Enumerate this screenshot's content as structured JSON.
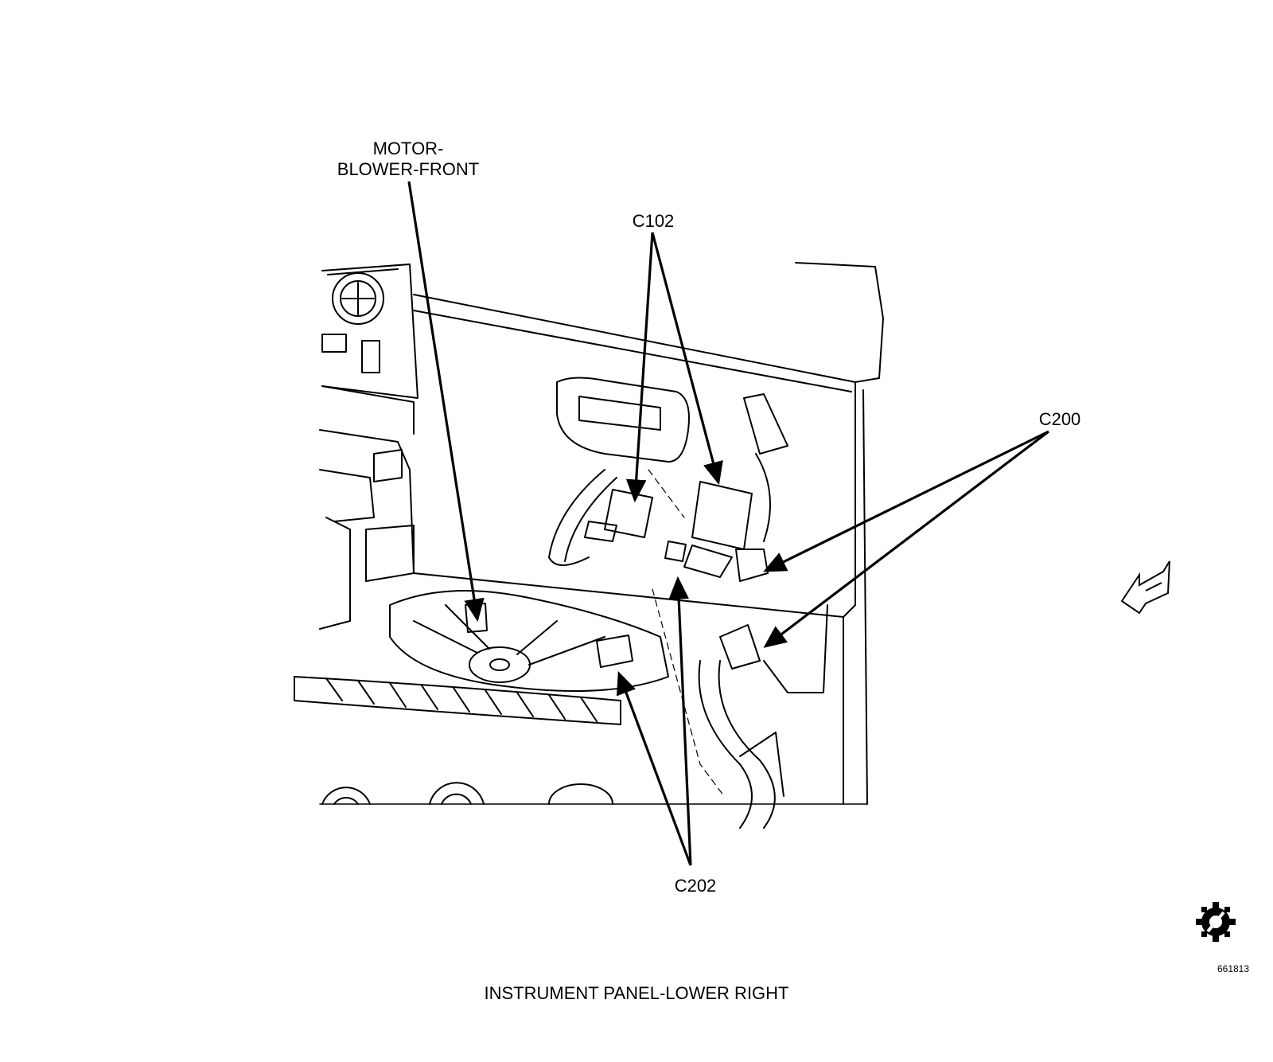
{
  "callouts": {
    "motor_blower_line1": "MOTOR-",
    "motor_blower_line2": "BLOWER-FRONT",
    "c102": "C102",
    "c200": "C200",
    "c202": "C202"
  },
  "caption": "INSTRUMENT PANEL-LOWER RIGHT",
  "figure_number": "661813",
  "icons": [
    "fwd-arrow-icon",
    "gear-service-icon"
  ]
}
